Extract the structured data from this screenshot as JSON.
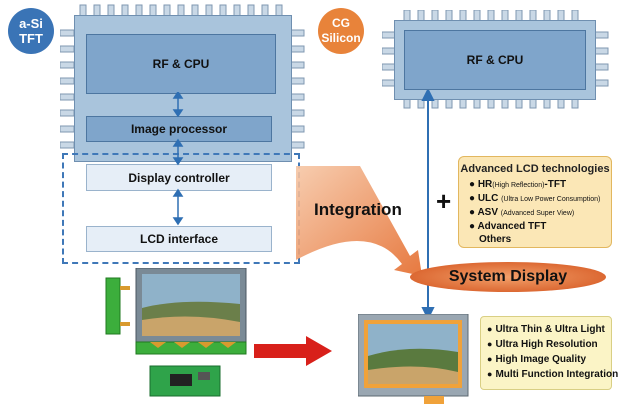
{
  "badges": {
    "left": "a-Si TFT",
    "right": "CG Silicon"
  },
  "left_chip": {
    "rf_cpu": "RF & CPU",
    "image_processor": "Image processor",
    "display_controller": "Display controller",
    "lcd_interface": "LCD interface"
  },
  "right_chip": {
    "rf_cpu": "RF & CPU"
  },
  "integration_label": "Integration",
  "plus_sign": "+",
  "system_display_label": "System Display",
  "tech_box": {
    "title": "Advanced LCD technologies",
    "items": [
      {
        "main": "HR",
        "sub": "(High Reflection)",
        "tail": "-TFT"
      },
      {
        "main": "ULC",
        "sub": "(Ultra Low Power Consumption)",
        "tail": ""
      },
      {
        "main": "ASV",
        "sub": "(Advanced Super View)",
        "tail": ""
      },
      {
        "main": "Advanced TFT",
        "sub": "",
        "tail": ""
      }
    ],
    "others": "Others"
  },
  "features": [
    "Ultra Thin & Ultra Light",
    "Ultra High Resolution",
    "High Image Quality",
    "Multi Function Integration"
  ],
  "colors": {
    "badge_left": "#3a74b6",
    "badge_right": "#e8833a",
    "chip_fill": "#a9c4dc",
    "arrow_blue": "#2f6fb3",
    "integration_arrow": "#e46a2a",
    "red_arrow": "#d8201a",
    "system_display_oval": "#d9612b"
  }
}
